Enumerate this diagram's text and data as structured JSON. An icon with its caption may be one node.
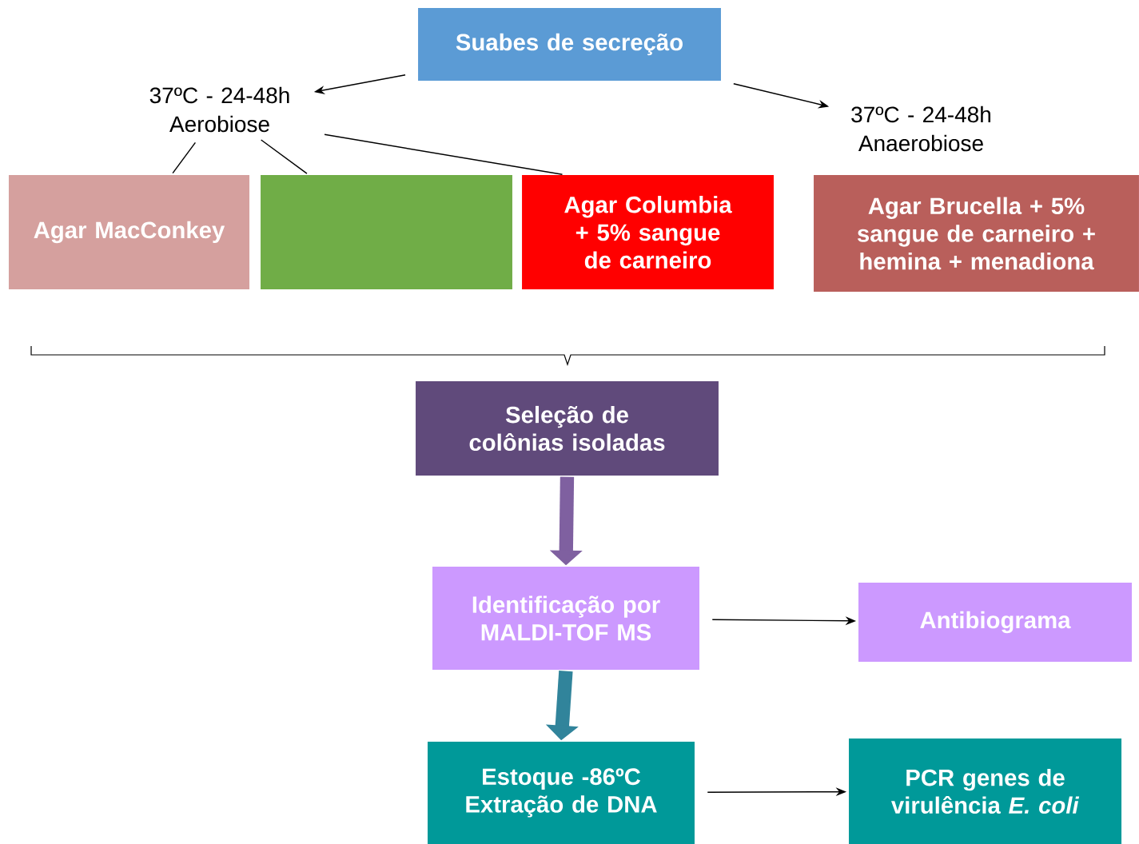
{
  "diagram": {
    "nodes": [
      {
        "text": [
          "Suabes de secreção"
        ]
      },
      {
        "text": [
          "37ºC - 24-48h Aerobiose"
        ]
      },
      {
        "text": [
          "37ºC - 24-48h Anaerobiose"
        ]
      },
      {
        "text": [
          "Agar MacConkey"
        ]
      },
      {
        "text": [],
        "shape": "box"
      },
      {
        "text": [
          "Agar Columbia + 5% sangue de carneiro"
        ]
      },
      {
        "text": [
          "Agar Brucella + 5% sangue de carneiro + hemina + menadiona"
        ]
      },
      {
        "text": [
          "Seleção de colônias isoladas"
        ]
      },
      {
        "text": [
          "Identificação por MALDI-TOF MS"
        ]
      },
      {
        "text": [
          "Antibiograma"
        ]
      },
      {
        "text": [
          "Estoque -86ºC Extração de DNA"
        ]
      },
      {
        "text": [
          "PCR genes de virulência *E. coli*"
        ]
      }
    ],
    "edges": [
      {
        "from": 0,
        "to": 1,
        "arrow": "to"
      },
      {
        "from": 0,
        "to": 2,
        "arrow": "to"
      },
      {
        "from": 1,
        "to": 3,
        "arrow": "none"
      },
      {
        "from": 1,
        "to": 4,
        "arrow": "none"
      },
      {
        "from": 1,
        "to": 5,
        "arrow": "none"
      },
      {
        "from": 7,
        "to": 8,
        "arrow": "to",
        "style": "thick",
        "color": "#7f60a0"
      },
      {
        "from": 8,
        "to": 9,
        "arrow": "to"
      },
      {
        "from": 8,
        "to": 10,
        "arrow": "to",
        "style": "thick",
        "color": "#31849b"
      },
      {
        "from": 10,
        "to": 11,
        "arrow": "to"
      }
    ]
  }
}
